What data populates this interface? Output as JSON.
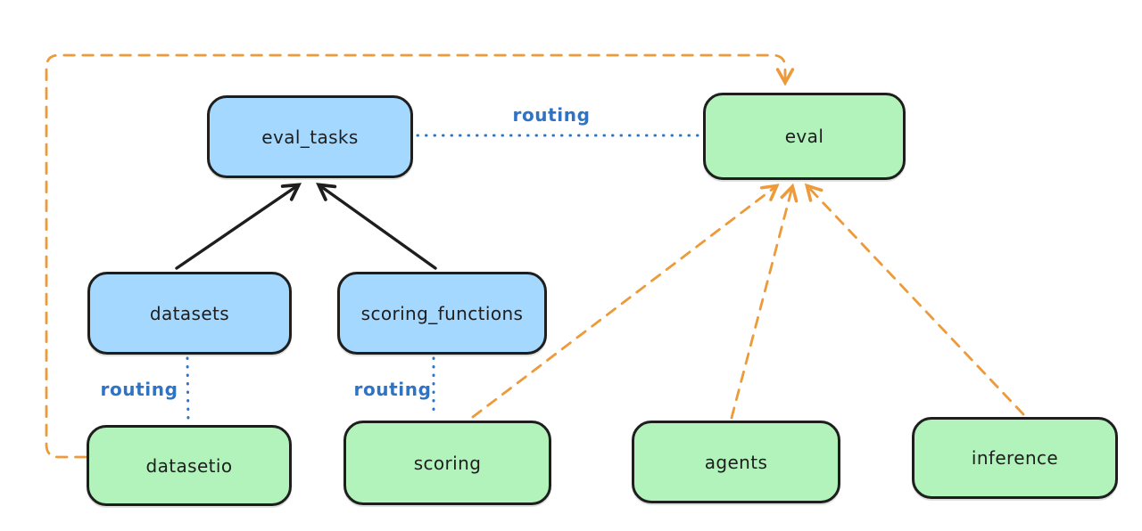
{
  "diagram": {
    "colors": {
      "node_blue_fill": "#a5d8ff",
      "node_green_fill": "#b2f2bb",
      "node_stroke": "#1e1e1e",
      "edge_black": "#1e1e1e",
      "edge_blue": "#2f74c4",
      "edge_orange": "#ec9a3a"
    },
    "nodes": [
      {
        "id": "eval_tasks",
        "label": "eval_tasks",
        "color": "blue"
      },
      {
        "id": "eval",
        "label": "eval",
        "color": "green"
      },
      {
        "id": "datasets",
        "label": "datasets",
        "color": "blue"
      },
      {
        "id": "scoring_functions",
        "label": "scoring_functions",
        "color": "blue"
      },
      {
        "id": "datasetio",
        "label": "datasetio",
        "color": "green"
      },
      {
        "id": "scoring",
        "label": "scoring",
        "color": "green"
      },
      {
        "id": "agents",
        "label": "agents",
        "color": "green"
      },
      {
        "id": "inference",
        "label": "inference",
        "color": "green"
      }
    ],
    "edges": [
      {
        "from": "datasets",
        "to": "eval_tasks",
        "style": "solid",
        "color": "black",
        "arrow": true,
        "label": ""
      },
      {
        "from": "scoring_functions",
        "to": "eval_tasks",
        "style": "solid",
        "color": "black",
        "arrow": true,
        "label": ""
      },
      {
        "from": "eval_tasks",
        "to": "eval",
        "style": "dotted",
        "color": "blue",
        "arrow": false,
        "label": "routing"
      },
      {
        "from": "datasets",
        "to": "datasetio",
        "style": "dotted",
        "color": "blue",
        "arrow": false,
        "label": "routing"
      },
      {
        "from": "scoring_functions",
        "to": "scoring",
        "style": "dotted",
        "color": "blue",
        "arrow": false,
        "label": "routing"
      },
      {
        "from": "datasetio",
        "to": "eval",
        "style": "dashed",
        "color": "orange",
        "arrow": true,
        "label": ""
      },
      {
        "from": "scoring",
        "to": "eval",
        "style": "dashed",
        "color": "orange",
        "arrow": true,
        "label": ""
      },
      {
        "from": "agents",
        "to": "eval",
        "style": "dashed",
        "color": "orange",
        "arrow": true,
        "label": ""
      },
      {
        "from": "inference",
        "to": "eval",
        "style": "dashed",
        "color": "orange",
        "arrow": true,
        "label": ""
      }
    ],
    "edge_labels": [
      {
        "text": "routing"
      },
      {
        "text": "routing"
      },
      {
        "text": "routing"
      }
    ]
  }
}
